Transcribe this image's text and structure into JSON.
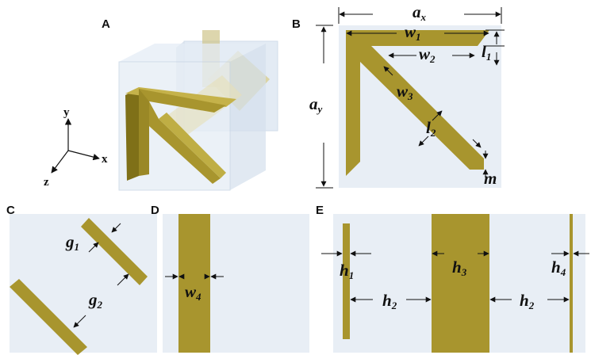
{
  "panels": {
    "a": {
      "letter": "A",
      "axes": {
        "x": "x",
        "y": "y",
        "z": "z"
      }
    },
    "b": {
      "letter": "B",
      "labels": {
        "ax": {
          "base": "a",
          "sub": "x"
        },
        "ay": {
          "base": "a",
          "sub": "y"
        },
        "w1": {
          "base": "w",
          "sub": "1"
        },
        "w2": {
          "base": "w",
          "sub": "2"
        },
        "w3": {
          "base": "w",
          "sub": "3"
        },
        "l1": {
          "base": "l",
          "sub": "1"
        },
        "l2": {
          "base": "l",
          "sub": "2"
        },
        "m": {
          "base": "m",
          "sub": ""
        }
      }
    },
    "c": {
      "letter": "C",
      "labels": {
        "g1": {
          "base": "g",
          "sub": "1"
        },
        "g2": {
          "base": "g",
          "sub": "2"
        }
      }
    },
    "d": {
      "letter": "D",
      "labels": {
        "w4": {
          "base": "w",
          "sub": "4"
        }
      }
    },
    "e": {
      "letter": "E",
      "labels": {
        "h1": {
          "base": "h",
          "sub": "1"
        },
        "h2a": {
          "base": "h",
          "sub": "2"
        },
        "h3": {
          "base": "h",
          "sub": "3"
        },
        "h2b": {
          "base": "h",
          "sub": "2"
        },
        "h4": {
          "base": "h",
          "sub": "4"
        }
      }
    }
  },
  "colors": {
    "gold": "#a8952e",
    "gold_dark": "#8a7a22",
    "substrate": "#e8eef5",
    "glass": "#c9d9ea"
  }
}
